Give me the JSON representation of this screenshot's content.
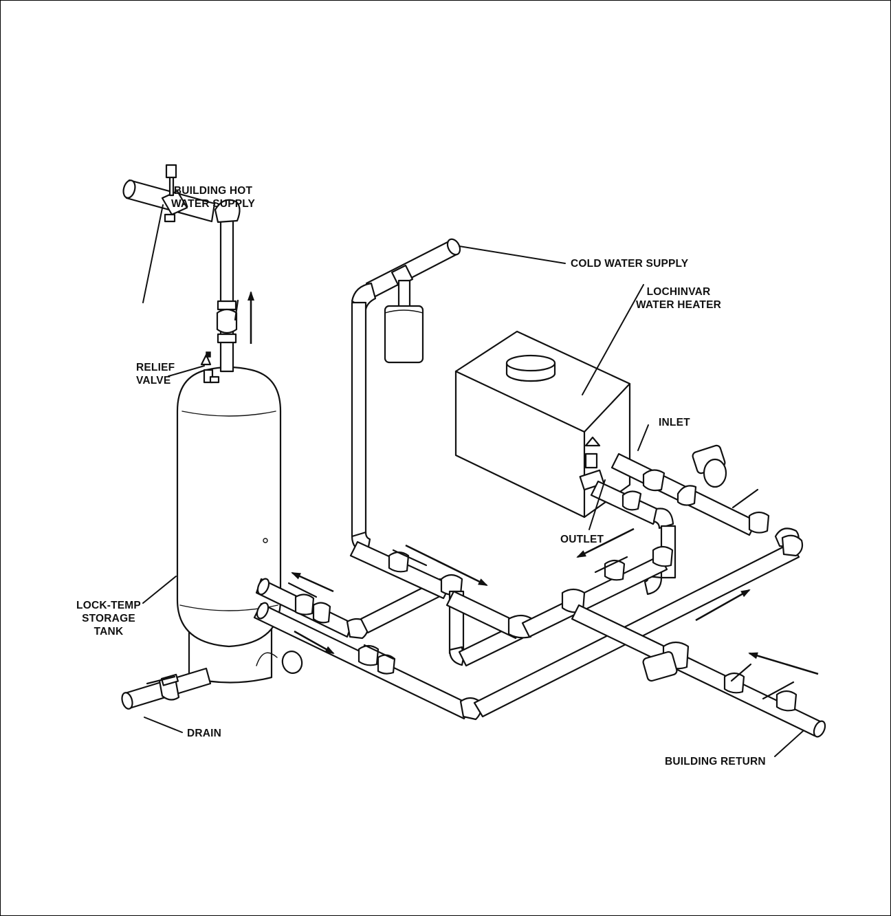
{
  "labels": {
    "building_hot_water_supply": [
      "BUILDING HOT",
      "WATER SUPPLY"
    ],
    "cold_water_supply": "COLD WATER SUPPLY",
    "lochinvar_water_heater": [
      "LOCHINVAR",
      "WATER HEATER"
    ],
    "relief_valve": [
      "RELIEF",
      "VALVE"
    ],
    "inlet": "INLET",
    "outlet": "OUTLET",
    "lock_temp_storage_tank": [
      "LOCK-TEMP",
      "STORAGE",
      "TANK"
    ],
    "drain": "DRAIN",
    "building_return": "BUILDING RETURN"
  },
  "colors": {
    "line": "#111111",
    "background": "#ffffff"
  }
}
